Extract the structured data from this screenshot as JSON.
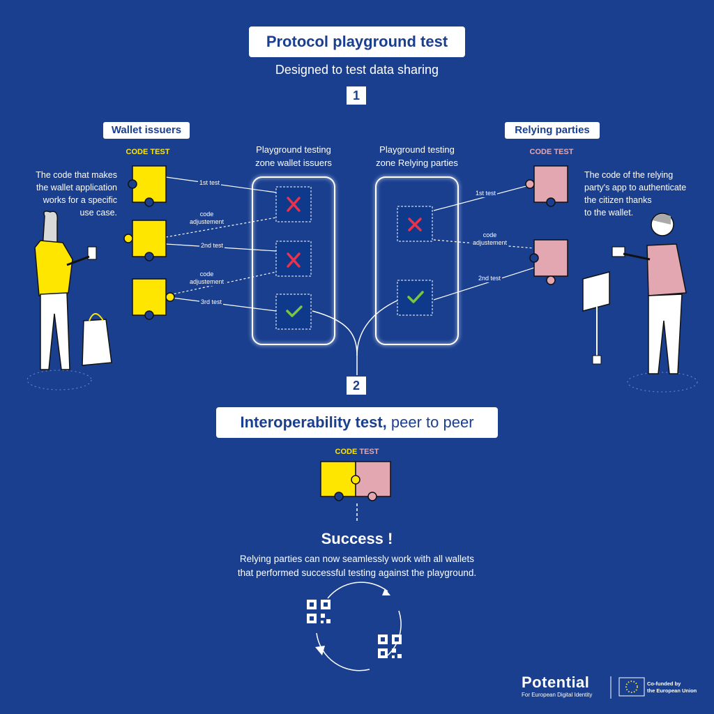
{
  "header": {
    "title": "Protocol playground test",
    "subtitle": "Designed to test data sharing",
    "step1": "1"
  },
  "left": {
    "title": "Wallet issuers",
    "code_test": "CODE TEST",
    "description": [
      "The code that makes",
      "the wallet application",
      "works for a specific",
      "use case."
    ],
    "zone_title": [
      "Playground testing",
      "zone wallet issuers"
    ],
    "labels": {
      "t1": "1st test",
      "adj1": [
        "code",
        "adjustement"
      ],
      "t2": "2nd test",
      "adj2": [
        "code",
        "adjustement"
      ],
      "t3": "3rd test"
    }
  },
  "right": {
    "title": "Relying parties",
    "code_test": "CODE TEST",
    "description": [
      "The code of the relying",
      "party's app to authenticate",
      "the citizen thanks",
      "to the wallet."
    ],
    "zone_title": [
      "Playground testing",
      "zone Relying parties"
    ],
    "labels": {
      "t1": "1st test",
      "adj1": [
        "code",
        "adjustement"
      ],
      "t2": "2nd test"
    }
  },
  "step2": {
    "number": "2",
    "title_bold": "Interoperability test,",
    "title_rest": " peer to peer",
    "code": "CODE",
    "test": "TEST"
  },
  "success": {
    "title": "Success !",
    "text": [
      "Relying parties can now seamlessly work with all wallets",
      "that performed successful testing against the playground."
    ]
  },
  "footer": {
    "brand": "Potential",
    "tagline": "For European Digital Identity",
    "cofunded": [
      "Co-funded by",
      "the European Union"
    ]
  },
  "colors": {
    "background": "#1a3f8f",
    "yellow": "#ffe600",
    "pink": "#e3a7b2",
    "dark_blue": "#0f3a8c",
    "error_red": "#e8334a",
    "success_green": "#7cc542"
  }
}
